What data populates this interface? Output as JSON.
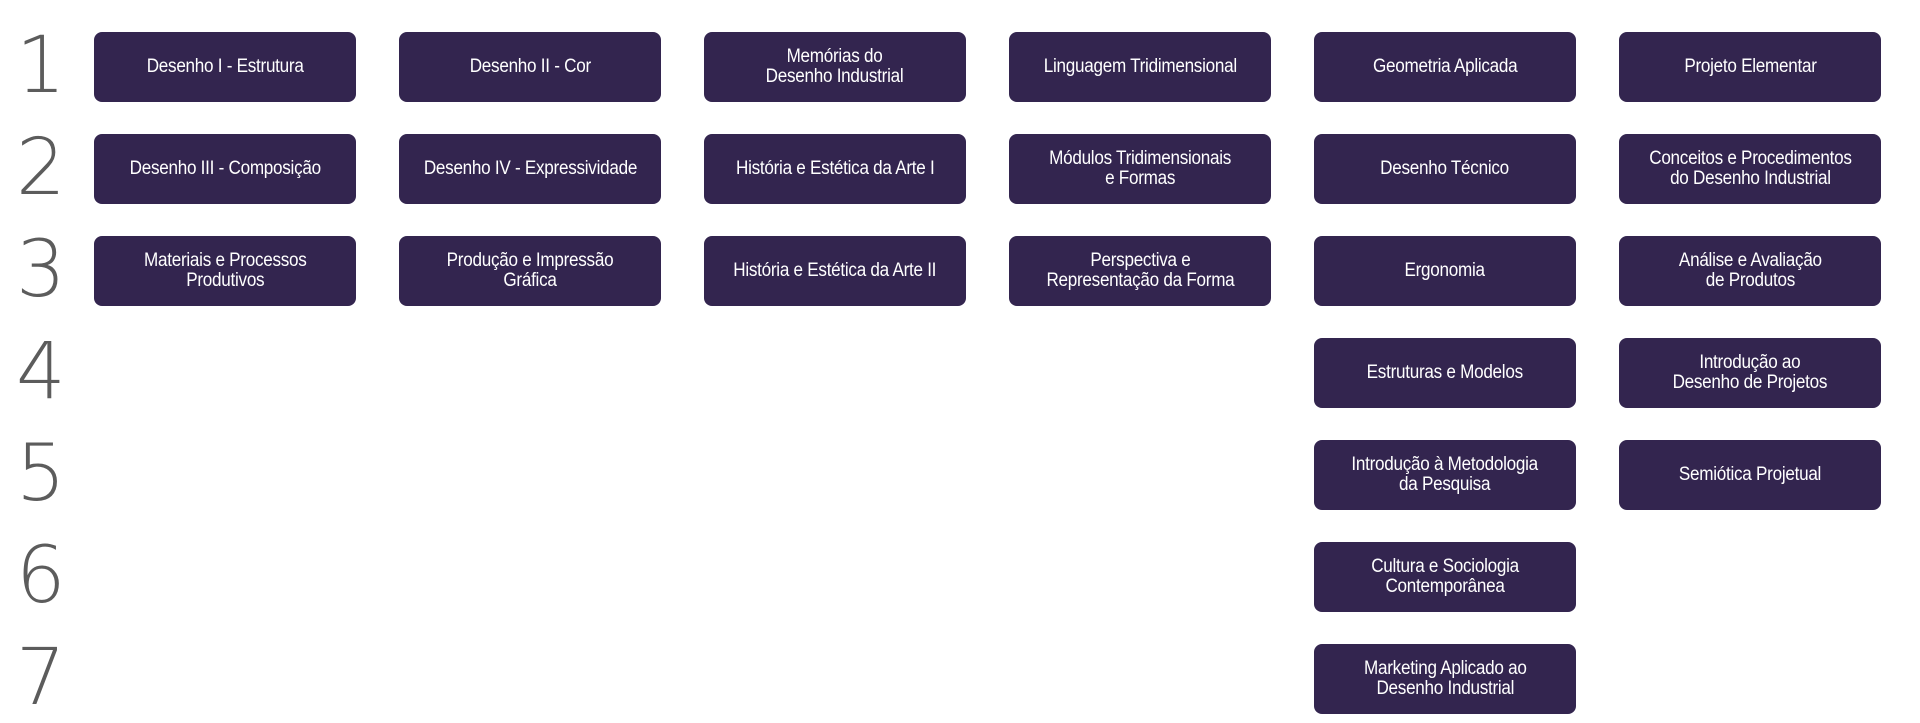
{
  "rows": [
    {
      "number": "1",
      "cells": [
        "Desenho I - Estrutura",
        "Desenho II - Cor",
        "Memórias do\nDesenho Industrial",
        "Linguagem Tridimensional",
        "Geometria Aplicada",
        "Projeto Elementar"
      ]
    },
    {
      "number": "2",
      "cells": [
        "Desenho III - Composição",
        "Desenho IV - Expressividade",
        "História e Estética da Arte I",
        "Módulos Tridimensionais\ne Formas",
        "Desenho Técnico",
        "Conceitos e Procedimentos\ndo Desenho Industrial"
      ]
    },
    {
      "number": "3",
      "cells": [
        "Materiais e Processos\nProdutivos",
        "Produção e Impressão Gráfica",
        "História e Estética da Arte II",
        "Perspectiva e\nRepresentação da Forma",
        "Ergonomia",
        "Análise e Avaliação\nde Produtos"
      ]
    },
    {
      "number": "4",
      "cells": [
        null,
        null,
        null,
        null,
        "Estruturas e Modelos",
        "Introdução ao\nDesenho de Projetos"
      ]
    },
    {
      "number": "5",
      "cells": [
        null,
        null,
        null,
        null,
        "Introdução à Metodologia\nda Pesquisa",
        "Semiótica Projetual"
      ]
    },
    {
      "number": "6",
      "cells": [
        null,
        null,
        null,
        null,
        "Cultura e Sociologia\nContemporânea",
        null
      ]
    },
    {
      "number": "7",
      "cells": [
        null,
        null,
        null,
        null,
        "Marketing Aplicado ao\nDesenho Industrial",
        null
      ]
    }
  ],
  "colors": {
    "card": "#33254f",
    "card_text": "#ffffff",
    "row_number": "#5c5c5c"
  }
}
